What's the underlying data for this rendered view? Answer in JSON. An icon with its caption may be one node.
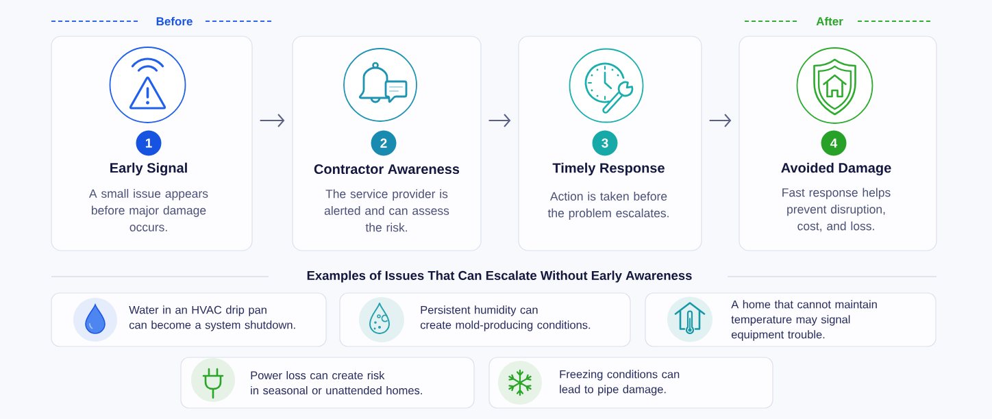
{
  "diagram": {
    "nodes": [
      {
        "text": [
          "1",
          "Early Signal",
          "A small issue appears before major damage occurs."
        ],
        "beside": [
          "Before"
        ]
      },
      {
        "text": [
          "2",
          "Contractor Awareness",
          "The service provider is alerted and can assess the risk."
        ]
      },
      {
        "text": [
          "3",
          "Timely Response",
          "Action is taken before the problem escalates."
        ]
      },
      {
        "text": [
          "4",
          "Avoided Damage",
          "Fast response helps prevent disruption, cost, and loss."
        ],
        "beside": [
          "After"
        ]
      },
      {
        "text": [
          "Water in an HVAC drip pan can become a system shutdown."
        ]
      },
      {
        "text": [
          "Persistent humidity can create mold-producing conditions."
        ]
      },
      {
        "text": [
          "A home that cannot maintain temperature may signal equipment trouble."
        ]
      },
      {
        "text": [
          "Power loss can create risk in seasonal or unattended homes."
        ]
      },
      {
        "text": [
          "Freezing conditions can lead to pipe damage."
        ]
      }
    ],
    "edges": [
      {
        "from": 0,
        "to": 1,
        "arrow": "to"
      },
      {
        "from": 1,
        "to": 2,
        "arrow": "to"
      },
      {
        "from": 2,
        "to": 3,
        "arrow": "to"
      }
    ],
    "labels": [
      "Examples of Issues That Can Escalate Without Early Awareness"
    ]
  }
}
